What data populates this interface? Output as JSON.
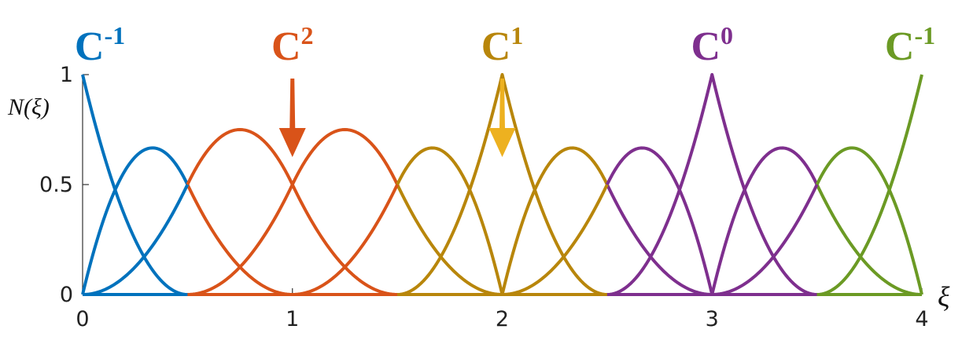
{
  "chart_data": {
    "type": "line",
    "title": "",
    "xlabel": "ξ",
    "ylabel": "N(ξ)",
    "xlim": [
      0,
      4
    ],
    "ylim": [
      0,
      1
    ],
    "x_ticks": [
      "0",
      "1",
      "2",
      "3",
      "4"
    ],
    "y_ticks": [
      "0",
      "0.5",
      "1"
    ],
    "grid": false,
    "degree": 2,
    "knot_vector": [
      0,
      0,
      0,
      0.5,
      1,
      1.5,
      2,
      2,
      2.5,
      3,
      3,
      3.5,
      4,
      4,
      4
    ],
    "knot_spans": [
      {
        "from": 0,
        "to": 0.5,
        "color": "#0072BD"
      },
      {
        "from": 0.5,
        "to": 1.5,
        "color": "#D95319"
      },
      {
        "from": 1.5,
        "to": 2.5,
        "color": "#B8860B"
      },
      {
        "from": 2.5,
        "to": 3.5,
        "color": "#7E2F8E"
      },
      {
        "from": 3.5,
        "to": 4,
        "color": "#6B9A24"
      }
    ],
    "continuity_labels": [
      {
        "base": "C",
        "sup": "-1",
        "x": 0,
        "color": "#0072BD"
      },
      {
        "base": "C",
        "sup": "2",
        "x": 1,
        "color": "#D95319"
      },
      {
        "base": "C",
        "sup": "1",
        "x": 2,
        "color": "#B8860B"
      },
      {
        "base": "C",
        "sup": "0",
        "x": 3,
        "color": "#7E2F8E"
      },
      {
        "base": "C",
        "sup": "-1",
        "x": 4,
        "color": "#6B9A24"
      }
    ],
    "arrows": [
      {
        "x": 1,
        "color": "#D95319"
      },
      {
        "x": 2,
        "color": "#EDB120"
      }
    ],
    "basis_count": 12
  }
}
